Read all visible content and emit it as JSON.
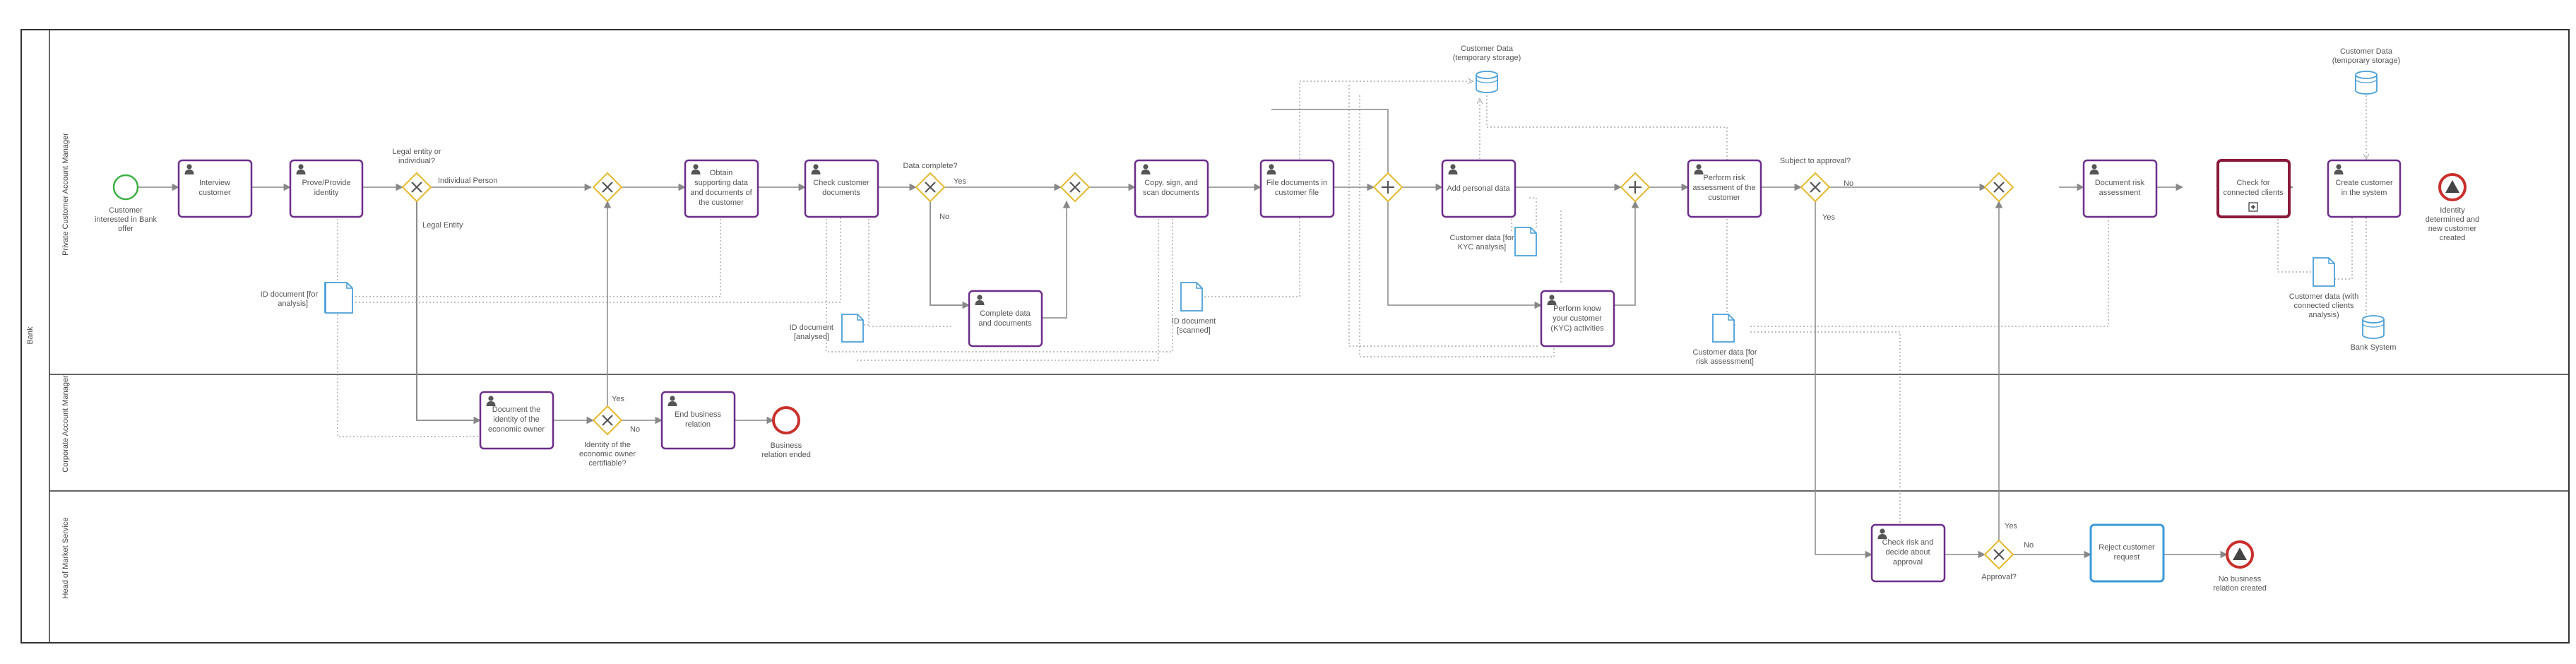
{
  "pool": {
    "label": "Bank"
  },
  "lanes": [
    {
      "label": "Private Customer Account Manager"
    },
    {
      "label": "Corporate Account Manager"
    },
    {
      "label": "Head of Market Service"
    }
  ],
  "events": {
    "start": [
      "Customer",
      "interested in Bank",
      "offer"
    ],
    "end_identity": [
      "Identity",
      "determined and",
      "new customer",
      "created"
    ],
    "end_business_relation": [
      "Business",
      "relation ended"
    ],
    "end_no_business": [
      "No business",
      "relation created"
    ]
  },
  "tasks": {
    "interview": [
      "Interview",
      "customer"
    ],
    "prove_identity": [
      "Prove/Provide",
      "identity"
    ],
    "obtain_data": [
      "Obtain",
      "supporting data",
      "and documents of",
      "the customer"
    ],
    "check_docs": [
      "Check customer",
      "documents"
    ],
    "complete_data": [
      "Complete data",
      "and documents"
    ],
    "copy_sign": [
      "Copy, sign, and",
      "scan documents"
    ],
    "file_docs": [
      "File documents in",
      "customer file"
    ],
    "add_personal": [
      "Add personal data"
    ],
    "kyc": [
      "Perform know",
      "your customer",
      "(KYC) activities"
    ],
    "perform_risk": [
      "Perform risk",
      "assessment of the",
      "customer"
    ],
    "document_risk": [
      "Document risk",
      "assessment"
    ],
    "check_connected": [
      "Check for",
      "connected clients"
    ],
    "create_customer": [
      "Create customer",
      "in the system"
    ],
    "document_owner": [
      "Document the",
      "identity of the",
      "economic owner"
    ],
    "end_relation": [
      "End business",
      "relation"
    ],
    "check_risk": [
      "Check risk and",
      "decide about",
      "approval"
    ],
    "reject": [
      "Reject customer",
      "request"
    ]
  },
  "gateways": {
    "legal_entity_q": [
      "Legal entity or",
      "individual?"
    ],
    "data_complete_q": [
      "Data complete?"
    ],
    "subject_approval_q": [
      "Subject to approval?"
    ],
    "identity_certifiable_q": [
      "Identity of the",
      "economic owner",
      "certifiable?"
    ],
    "approval_q": [
      "Approval?"
    ]
  },
  "flow_labels": {
    "individual": "Individual Person",
    "legal_entity": "Legal Entity",
    "yes": "Yes",
    "no": "No"
  },
  "data_objects": {
    "id_doc_analysis": [
      "ID document [for",
      "analysis]"
    ],
    "id_doc_analysed": [
      "ID document",
      "[analysed]"
    ],
    "id_doc_scanned": [
      "ID document",
      "[scanned]"
    ],
    "cust_kyc": [
      "Customer data [for",
      "KYC analysis]"
    ],
    "cust_risk": [
      "Customer data [for",
      "risk assessment]"
    ],
    "cust_connected": [
      "Customer data (with",
      "connected clients",
      "analysis)"
    ]
  },
  "data_stores": {
    "temp_store_1": [
      "Customer Data",
      "(temporary storage)"
    ],
    "temp_store_2": [
      "Customer Data",
      "(temporary storage)"
    ],
    "bank_system": [
      "Bank System"
    ]
  },
  "colors": {
    "task_border": "#6b2d8a",
    "task_border_highlight": "#8b1a3a",
    "reject_border": "#3a9ad9",
    "gateway_stroke": "#e6b82e",
    "start_event": "#3cb043",
    "end_event": "#c9302c",
    "data_stroke": "#4a9fd8",
    "flow": "#888888",
    "lane_line": "#333333"
  }
}
